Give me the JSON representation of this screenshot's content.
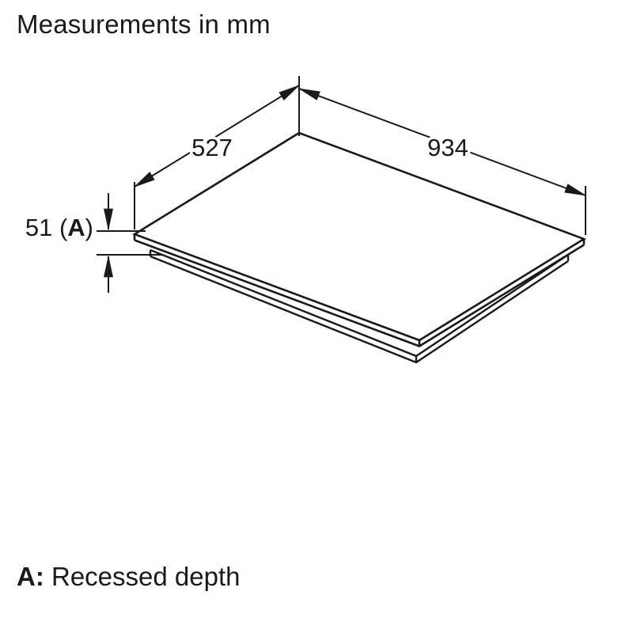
{
  "page": {
    "background_color": "#ffffff",
    "ink_color": "#1a1a1a"
  },
  "title": "Measurements in mm",
  "diagram": {
    "description": "isometric-dimension-drawing-of-cooktop",
    "dimensions": {
      "left_depth": "527",
      "top_width": "934",
      "recess_prefix": "51 (",
      "recess_letter": "A",
      "recess_suffix": ")"
    }
  },
  "footnote": {
    "label": "A:",
    "text": " Recessed depth"
  }
}
